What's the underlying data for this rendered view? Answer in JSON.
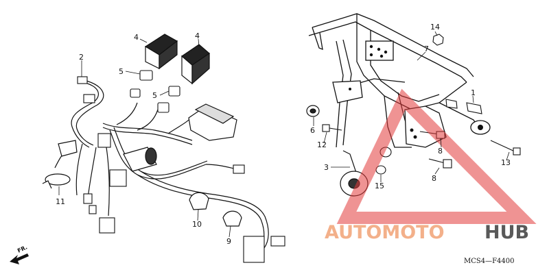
{
  "callouts": {
    "c1": "1",
    "c2": "2",
    "c3": "3",
    "c4a": "4",
    "c4b": "4",
    "c5a": "5",
    "c5b": "5",
    "c6": "6",
    "c7": "7",
    "c8a": "8",
    "c8b": "8",
    "c9": "9",
    "c10": "10",
    "c11": "11",
    "c12": "12",
    "c13": "13",
    "c14": "14",
    "c15": "15"
  },
  "front_marker": "FR.",
  "diagram_code": "MCS4—F4400",
  "watermark": {
    "part1": "AUTOMOTO",
    "part2": "HUB",
    "color1": "#f3b08a",
    "color2": "#595959",
    "triangle_color": "#e23b3b"
  }
}
